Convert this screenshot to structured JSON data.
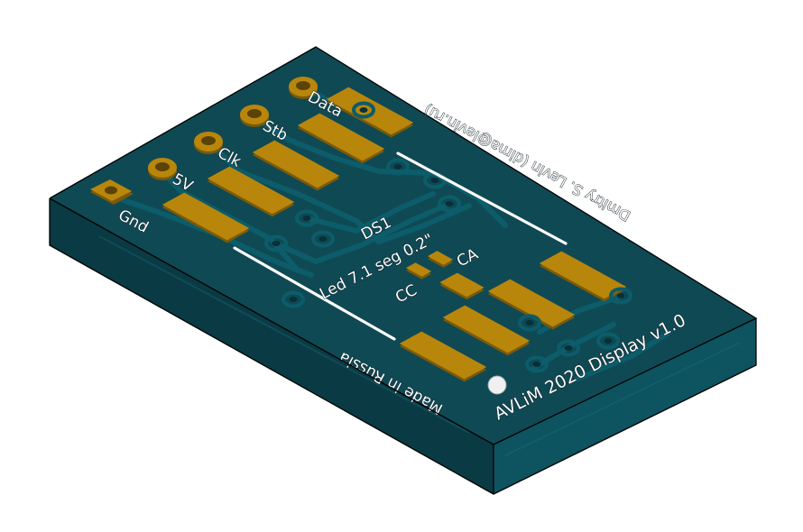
{
  "board": {
    "colors": {
      "mask_top": "#0f4954",
      "mask_side_left": "#0a3a43",
      "mask_side_front": "#0d5360",
      "copper": "#b8860b",
      "copper_shadow": "#7a5a0a",
      "silkscreen": "#ffffff",
      "edge": "#000000",
      "trace": "#0c5c6a",
      "background": "#ffffff"
    },
    "pin_labels": [
      "Gnd",
      "5V",
      "Clk",
      "Stb",
      "Data"
    ],
    "designator": "DS1",
    "component_label": "Led 7.1 seg 0.2\"",
    "mode_labels": {
      "cc": "CC",
      "ca": "CA"
    },
    "author_line": "Dmitry S. Levin (dima@levin.ru)",
    "product_line": "AVLiM 2020 Display v1.0",
    "origin_line": "Made in Russia"
  }
}
